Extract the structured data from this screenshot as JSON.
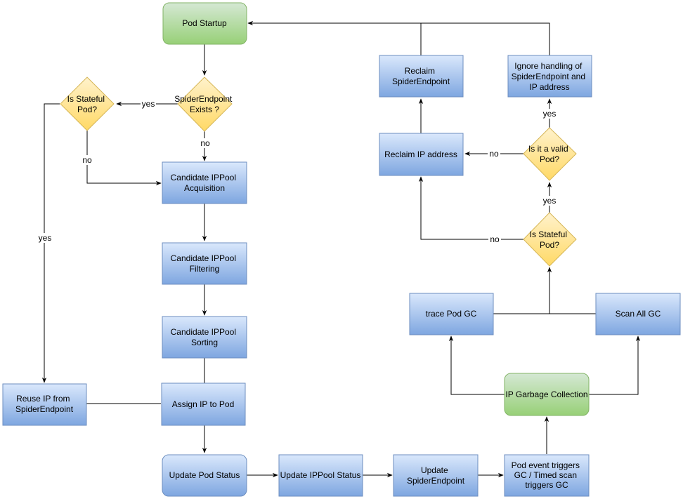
{
  "nodes": {
    "pod_startup": [
      "Pod Startup"
    ],
    "spiderendpoint_exists": [
      "SpiderEndpoint",
      "Exists ?"
    ],
    "is_stateful_left": [
      "Is Stateful",
      "Pod?"
    ],
    "candidate_acquisition": [
      "Candidate IPPool",
      "Acquisition"
    ],
    "candidate_filtering": [
      "Candidate IPPool",
      "Filtering"
    ],
    "candidate_sorting": [
      "Candidate IPPool",
      "Sorting"
    ],
    "assign_ip": [
      "Assign IP to Pod"
    ],
    "reuse_ip": [
      "Reuse IP from",
      "SpiderEndpoint"
    ],
    "update_pod_status": [
      "Update Pod Status"
    ],
    "update_ippool_status": [
      "Update IPPool Status"
    ],
    "update_spiderendpoint": [
      "Update",
      "SpiderEndpoint"
    ],
    "pod_event_triggers": [
      "Pod event triggers",
      "GC / Timed scan",
      "triggers GC"
    ],
    "ip_gc": [
      "IP Garbage Collection"
    ],
    "trace_pod_gc": [
      "trace Pod GC"
    ],
    "scan_all_gc": [
      "Scan All GC"
    ],
    "is_stateful_right": [
      "Is Stateful",
      "Pod?"
    ],
    "is_valid_pod": [
      "Is it a valid",
      "Pod?"
    ],
    "reclaim_ip": [
      "Reclaim IP address"
    ],
    "reclaim_spiderendpoint": [
      "Reclaim",
      "SpiderEndpoint"
    ],
    "ignore_handling": [
      "Ignore handling of",
      "SpiderEndpoint and",
      "IP address"
    ]
  },
  "edge_labels": {
    "yes_to_stateful_left": "yes",
    "no_to_acquisition": "no",
    "no_left_to_acquisition": "no",
    "yes_left_down": "yes",
    "no_right_to_reclaim_ip": "no",
    "yes_to_valid_pod": "yes",
    "no_valid_to_reclaim_ip": "no",
    "yes_to_ignore": "yes"
  },
  "colors": {
    "blue_fill_top": "#dae8fc",
    "blue_fill_bottom": "#7ea6e0",
    "blue_stroke": "#6c8ebf",
    "green_fill_top": "#d5e8d4",
    "green_fill_bottom": "#97d077",
    "green_stroke": "#82b366",
    "yellow_fill_top": "#fff2cc",
    "yellow_fill_bottom": "#ffd966",
    "yellow_stroke": "#d6b656"
  }
}
